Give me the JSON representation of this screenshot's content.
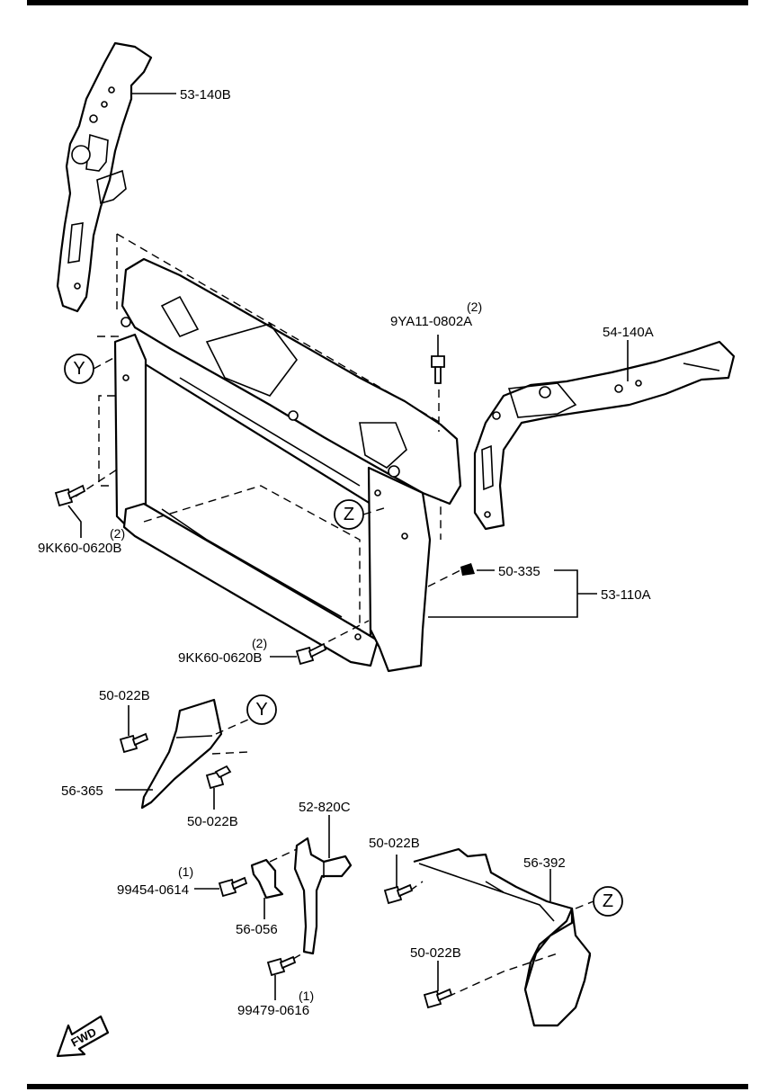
{
  "parts": [
    {
      "id": "p1",
      "label": "53-140B"
    },
    {
      "id": "p2",
      "label": "54-140A"
    },
    {
      "id": "p3",
      "label": "9YA11-0802A",
      "qty": "(2)"
    },
    {
      "id": "p4",
      "label": "9KK60-0620B",
      "qty": "(2)"
    },
    {
      "id": "p5",
      "label": "50-335"
    },
    {
      "id": "p6",
      "label": "53-110A"
    },
    {
      "id": "p7",
      "label": "9KK60-0620B",
      "qty": "(2)"
    },
    {
      "id": "p8",
      "label": "50-022B"
    },
    {
      "id": "p9",
      "label": "56-365"
    },
    {
      "id": "p10",
      "label": "50-022B"
    },
    {
      "id": "p11",
      "label": "52-820C"
    },
    {
      "id": "p12",
      "label": "99454-0614",
      "qty": "(1)"
    },
    {
      "id": "p13",
      "label": "56-056"
    },
    {
      "id": "p14",
      "label": "99479-0616",
      "qty": "(1)"
    },
    {
      "id": "p15",
      "label": "50-022B"
    },
    {
      "id": "p16",
      "label": "56-392"
    },
    {
      "id": "p17",
      "label": "50-022B"
    }
  ],
  "callouts": {
    "y": "Y",
    "z": "Z"
  },
  "fwd": "FWD",
  "colors": {
    "line": "#000000",
    "background": "#ffffff"
  }
}
